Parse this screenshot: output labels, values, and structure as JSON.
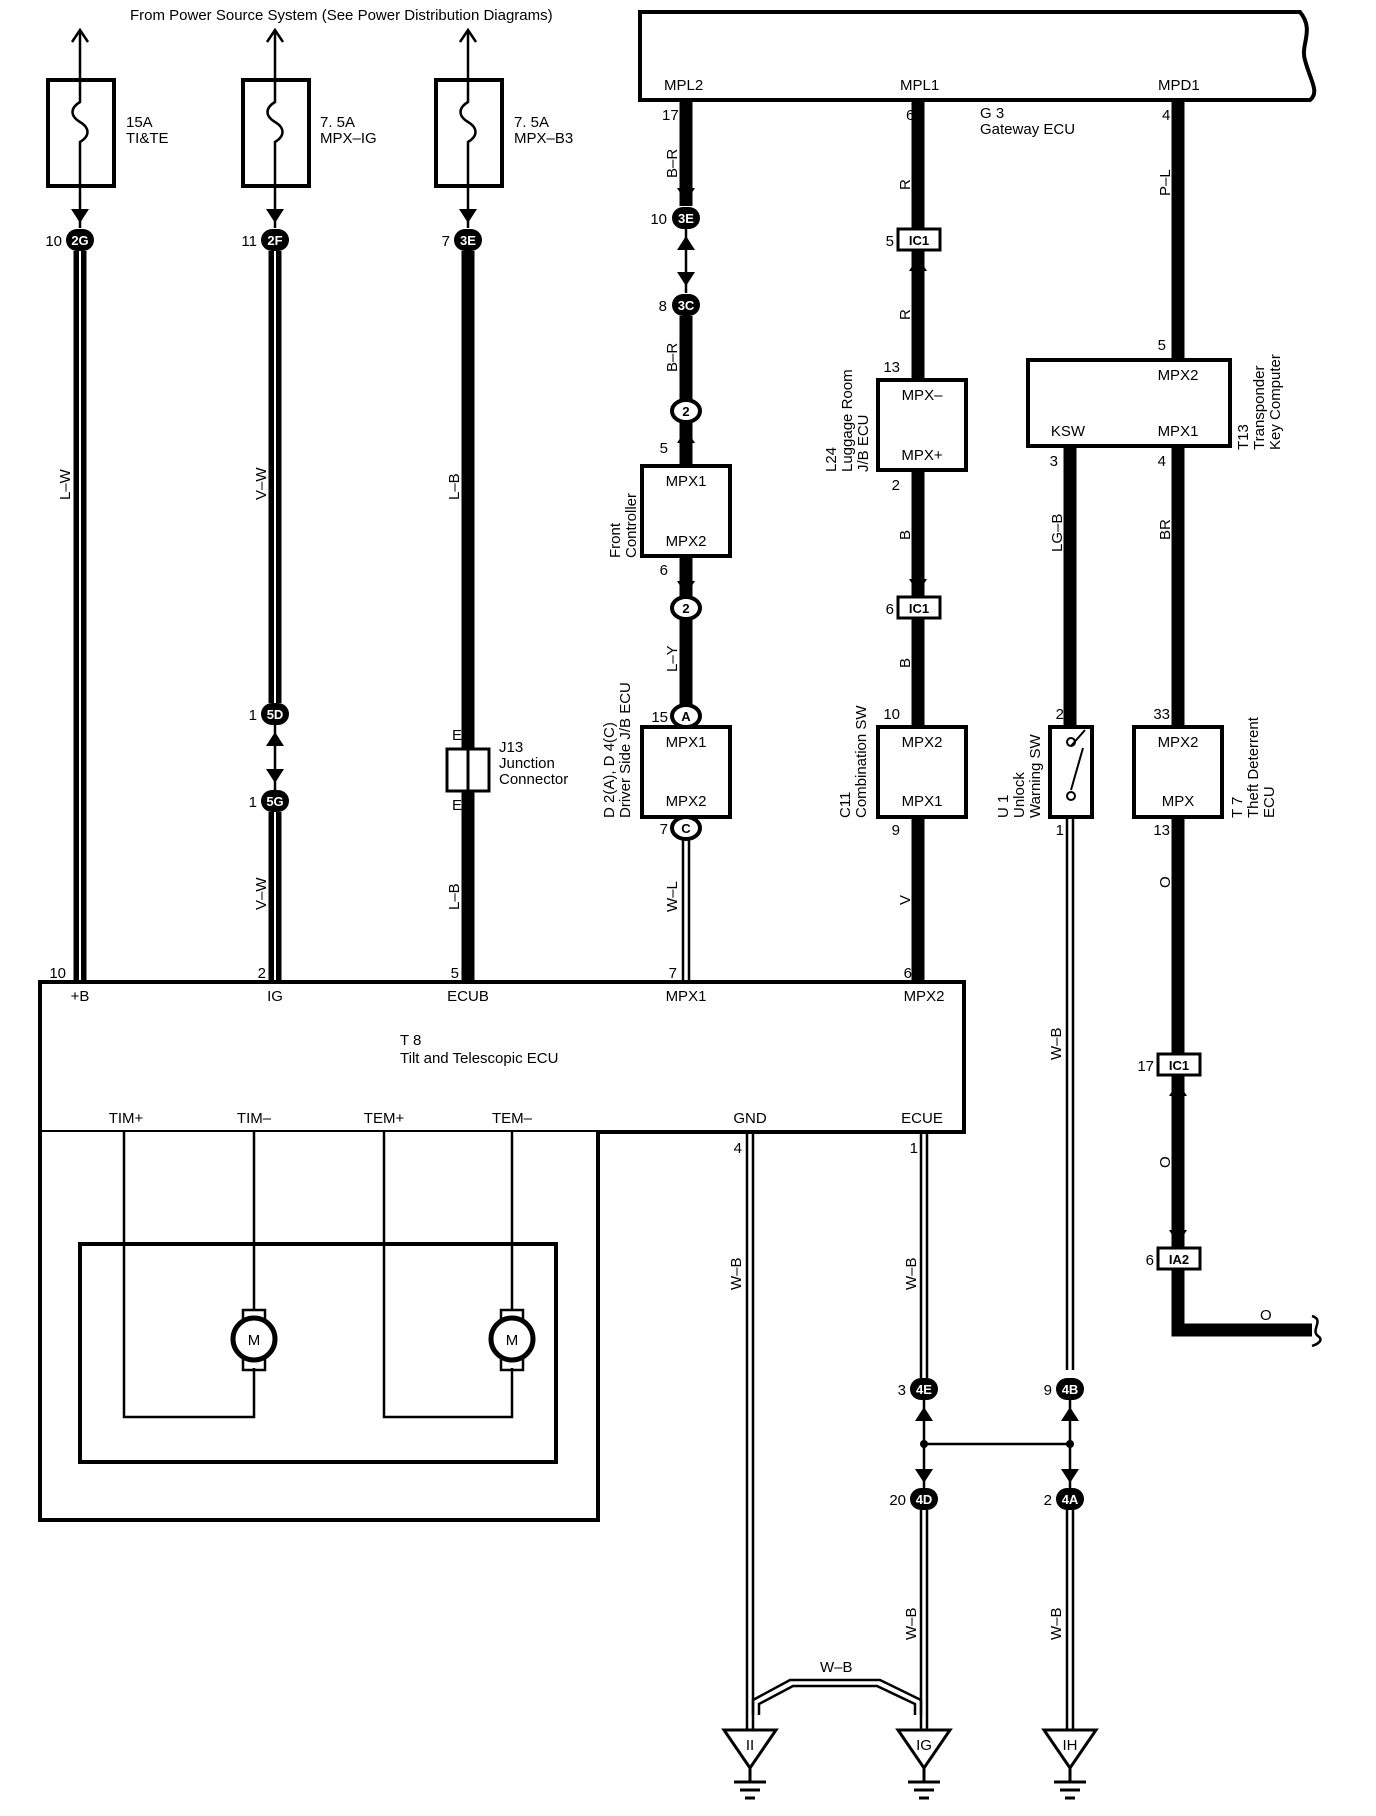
{
  "header": {
    "source_note_a": "From Power Source System (See",
    "source_note_b": "Power Distribution Diagrams)"
  },
  "fuses": [
    {
      "amp": "15A",
      "name": "TI&TE"
    },
    {
      "amp": "7. 5A",
      "name": "MPX–IG"
    },
    {
      "amp": "7. 5A",
      "name": "MPX–B3"
    }
  ],
  "gateway": {
    "code": "G 3",
    "name": "Gateway ECU",
    "terminals": [
      "MPL2",
      "MPL1",
      "MPD1"
    ],
    "pins": [
      "17",
      "6",
      "4"
    ]
  },
  "fuse_connectors": [
    {
      "pin": "10",
      "conn": "2G"
    },
    {
      "pin": "11",
      "conn": "2F"
    },
    {
      "pin": "7",
      "conn": "3E"
    }
  ],
  "wire_colors": {
    "ti_te": "L–W",
    "mpx_ig": "V–W",
    "mpx_b3": "L–B",
    "mpl2": "B–R",
    "mpl1": "R",
    "mpd1": "P–L",
    "front_to_driver": "L–Y",
    "driver_to_tilt": "W–L",
    "ljb_out": "B",
    "combo_out": "V",
    "ksw": "LG–B",
    "ksw_out": "W–B",
    "mpx1_t13": "BR",
    "t7_out": "O",
    "gnd": "W–B",
    "ecue": "W–B",
    "ground_jumper": "W–B"
  },
  "col2": {
    "conn_3e": {
      "pin": "10",
      "conn": "3E"
    },
    "conn_3c": {
      "pin": "8",
      "conn": "3C"
    },
    "conn_2a": {
      "conn": "2"
    },
    "front_controller": {
      "name_a": "Front",
      "name_b": "Controller",
      "pin_in": "5",
      "pin_out": "6",
      "term_top": "MPX1",
      "term_bottom": "MPX2"
    },
    "conn_2b": {
      "conn": "2"
    },
    "driver_ecu": {
      "name_a": "D 2(A), D 4(C)",
      "name_b": "Driver Side J/B ECU",
      "pin_in": "15",
      "conn_in": "A",
      "pin_out": "7",
      "conn_out": "C",
      "term_top": "MPX1",
      "term_bottom": "MPX2"
    }
  },
  "col3": {
    "ic1_a": {
      "pin": "5",
      "conn": "IC1"
    },
    "luggage_ecu": {
      "code": "L24",
      "name_a": "Luggage Room",
      "name_b": "J/B ECU",
      "pin_in": "13",
      "pin_out": "2",
      "term_top": "MPX–",
      "term_bottom": "MPX+"
    },
    "ic1_b": {
      "pin": "6",
      "conn": "IC1"
    },
    "combination_sw": {
      "code": "C11",
      "name": "Combination SW",
      "pin_in": "10",
      "pin_out": "9",
      "term_top": "MPX2",
      "term_bottom": "MPX1"
    }
  },
  "transponder": {
    "code": "T13",
    "name_a": "Transponder",
    "name_b": "Key Computer",
    "pin_top": "5",
    "term_top": "MPX2",
    "term_ksw": "KSW",
    "term_mpx1": "MPX1",
    "pin_ksw": "3",
    "pin_mpx1": "4"
  },
  "unlock_sw": {
    "code": "U 1",
    "name_a": "Unlock",
    "name_b": "Warning SW",
    "pin_top": "2",
    "pin_bottom": "1"
  },
  "theft_ecu": {
    "code": "T 7",
    "name_a": "Theft Deterrent",
    "name_b": "ECU",
    "pin_top": "33",
    "pin_bottom": "13",
    "term_top": "MPX2",
    "term_bottom": "MPX"
  },
  "col5": {
    "ic1_c": {
      "pin": "17",
      "conn": "IC1"
    },
    "ia2": {
      "pin": "6",
      "conn": "IA2"
    }
  },
  "col1b": {
    "conn_5d": {
      "pin": "1",
      "conn": "5D"
    },
    "conn_5g": {
      "pin": "1",
      "conn": "5G"
    }
  },
  "junction": {
    "code": "J13",
    "name_a": "Junction",
    "name_b": "Connector",
    "pin": "E"
  },
  "tilt_ecu": {
    "code": "T 8",
    "name": "Tilt and Telescopic ECU",
    "top_terminals": [
      {
        "pin": "10",
        "name": "+B"
      },
      {
        "pin": "2",
        "name": "IG"
      },
      {
        "pin": "5",
        "name": "ECUB"
      },
      {
        "pin": "7",
        "name": "MPX1"
      },
      {
        "pin": "6",
        "name": "MPX2"
      }
    ],
    "bottom_terminals": [
      "TIM+",
      "TIM–",
      "TEM+",
      "TEM–",
      "GND",
      "ECUE"
    ],
    "bottom_pins": {
      "gnd": "4",
      "ecue": "1"
    }
  },
  "motors": [
    "M",
    "M"
  ],
  "ground_connectors": [
    {
      "pin": "3",
      "conn": "4E"
    },
    {
      "pin": "9",
      "conn": "4B"
    },
    {
      "pin": "20",
      "conn": "4D"
    },
    {
      "pin": "2",
      "conn": "4A"
    }
  ],
  "grounds": [
    "II",
    "IG",
    "IH"
  ]
}
